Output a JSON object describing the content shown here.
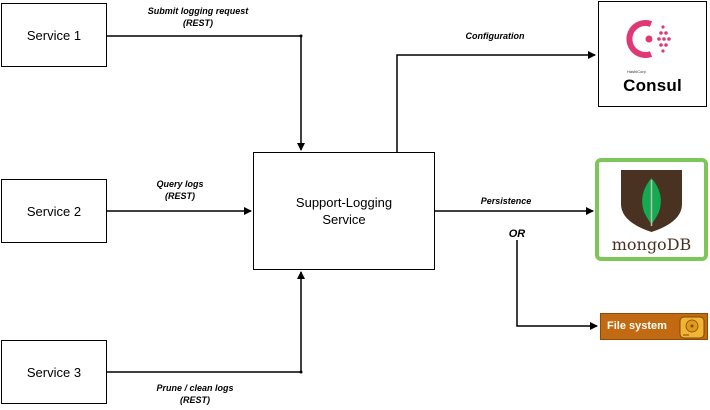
{
  "services": {
    "service1": "Service 1",
    "service2": "Service 2",
    "service3": "Service 3"
  },
  "core": {
    "line1": "Support-Logging",
    "line2": "Service"
  },
  "labels": {
    "submit_line1": "Submit logging request",
    "submit_line2": "(REST)",
    "query_line1": "Query logs",
    "query_line2": "(REST)",
    "prune_line1": "Prune / clean logs",
    "prune_line2": "(REST)",
    "configuration": "Configuration",
    "persistence": "Persistence",
    "or": "OR"
  },
  "logos": {
    "consul_small": "HashiCorp",
    "consul_word": "Consul",
    "mongo_word": "mongoDB",
    "filesystem_word": "File system",
    "consul_icon": "consul-logo-icon",
    "mongo_icon": "mongodb-leaf-icon",
    "filesystem_icon": "hard-drive-icon"
  },
  "colors": {
    "consul": "#e03875",
    "mongo_border": "#7dc65a",
    "mongo_leaf": "#13aa52",
    "mongo_shield": "#4a3222",
    "filesystem_bg": "#c26a12",
    "drive": "#f2b533"
  }
}
